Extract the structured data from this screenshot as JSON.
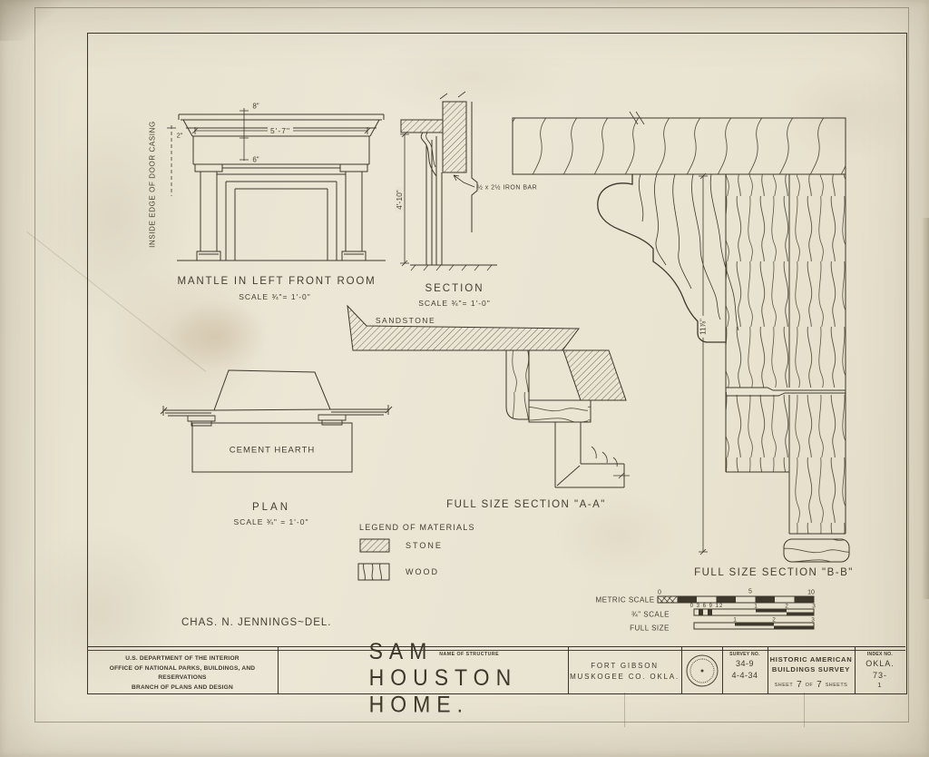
{
  "sheet": {
    "signature": "CHAS. N. JENNINGS~DEL."
  },
  "mantle": {
    "title": "MANTLE IN LEFT FRONT ROOM",
    "scale": "SCALE ¾\"= 1'-0\"",
    "dim_top": "8\"",
    "dim_width": "5'-7\"",
    "dim_shelf": "6\"",
    "casing_note": "INSIDE EDGE OF DOOR CASING",
    "casing_dim": "2\""
  },
  "section": {
    "title": "SECTION",
    "scale": "SCALE ¾\"= 1'-0\"",
    "dim_height": "4'-10\"",
    "iron_bar_note": "½ x 2½ IRON BAR"
  },
  "plan": {
    "title": "PLAN",
    "scale": "SCALE ¾\" = 1'-0\"",
    "hearth_label": "CEMENT HEARTH"
  },
  "section_aa": {
    "title": "FULL SIZE SECTION \"A-A\"",
    "material_label": "SANDSTONE"
  },
  "section_bb": {
    "title": "FULL SIZE SECTION \"B-B\"",
    "dim_height": "11⅞\""
  },
  "legend": {
    "title": "LEGEND OF MATERIALS",
    "items": [
      {
        "label": "STONE"
      },
      {
        "label": "WOOD"
      }
    ]
  },
  "scale_bars": {
    "metric": {
      "label": "METRIC SCALE",
      "ticks": [
        "0",
        "5",
        "10"
      ]
    },
    "three_quarter": {
      "label": "¾\" SCALE",
      "ticks": [
        "0 3 6 9 12",
        "1",
        "2",
        "3"
      ]
    },
    "full_size": {
      "label": "FULL SIZE",
      "ticks": [
        "1",
        "2",
        "3"
      ]
    }
  },
  "title_block": {
    "agency_lines": [
      "U.S. DEPARTMENT OF THE INTERIOR",
      "OFFICE OF NATIONAL PARKS, BUILDINGS, AND RESERVATIONS",
      "BRANCH OF PLANS AND DESIGN"
    ],
    "name_of_structure_label": "NAME OF STRUCTURE",
    "structure_name": "SAM HOUSTON HOME.",
    "location_lines": [
      "FORT GIBSON",
      "MUSKOGEE CO. OKLA."
    ],
    "survey": {
      "label": "SURVEY NO.",
      "number": "34-9",
      "date": "4-4-34"
    },
    "habs": {
      "line1": "HISTORIC AMERICAN",
      "line2": "BUILDINGS SURVEY",
      "sheet_word": "SHEET",
      "sheet_no": "7",
      "of_word": "OF",
      "sheet_total": "7",
      "sheets_word": "SHEETS"
    },
    "index": {
      "label": "INDEX NO.",
      "line1": "OKLA.",
      "line2": "73-",
      "line3": "1"
    }
  },
  "colors": {
    "ink": "#3e382c",
    "paper": "#e9e3d1",
    "hatch": "#4d4636"
  }
}
